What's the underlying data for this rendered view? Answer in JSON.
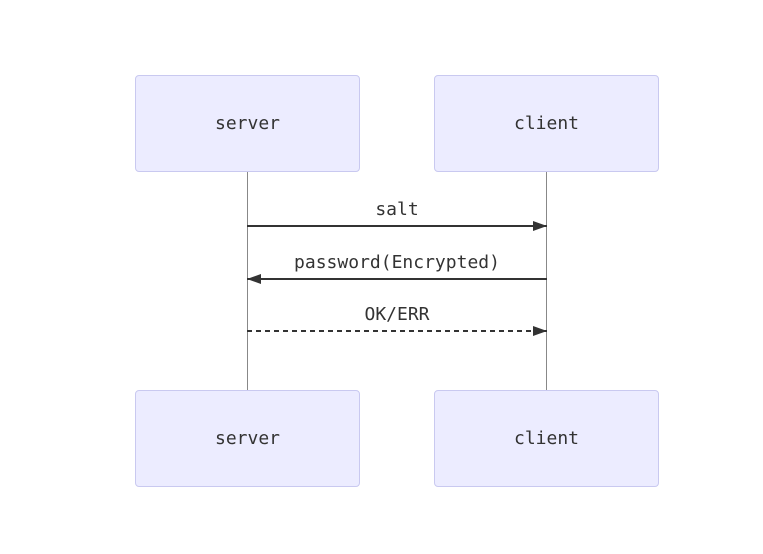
{
  "diagram": {
    "type": "sequence",
    "actors": [
      {
        "id": "server",
        "label": "server"
      },
      {
        "id": "client",
        "label": "client"
      }
    ],
    "messages": [
      {
        "from": "server",
        "to": "client",
        "label": "salt",
        "line_style": "solid",
        "arrow_direction": "right"
      },
      {
        "from": "client",
        "to": "server",
        "label": "password(Encrypted)",
        "line_style": "solid",
        "arrow_direction": "left"
      },
      {
        "from": "server",
        "to": "client",
        "label": "OK/ERR",
        "line_style": "dashed",
        "arrow_direction": "right"
      }
    ],
    "colors": {
      "background": "#ffffff",
      "actor_fill": "#ECECFF",
      "actor_border": "#C9C9F0",
      "text": "#333333",
      "arrow": "#333333",
      "lifeline": "#888888"
    }
  }
}
